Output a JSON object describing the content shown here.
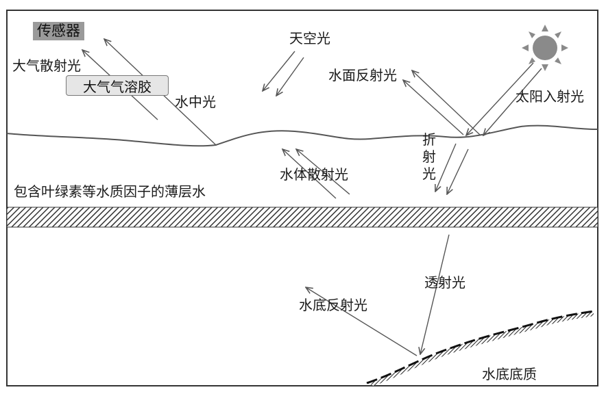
{
  "labels": {
    "sensor": "传感器",
    "atmos_scatter": "大气散射光",
    "aerosol": "大气气溶胶",
    "water_leaving": "水中光",
    "sky_light": "天空光",
    "surface_reflect": "水面反射光",
    "solar_incident": "太阳入射光",
    "refraction": "折射光",
    "water_scatter": "水体散射光",
    "thin_layer": "包含叶绿素等水质因子的薄层水",
    "transmitted": "透射光",
    "bottom_reflect": "水底反射光",
    "bottom_substrate": "水底底质"
  },
  "colors": {
    "line": "#555555",
    "sun": "#8a8a8a",
    "sensor_bg": "#9a9a9a",
    "aerosol_bg": "#e6e6e6"
  }
}
